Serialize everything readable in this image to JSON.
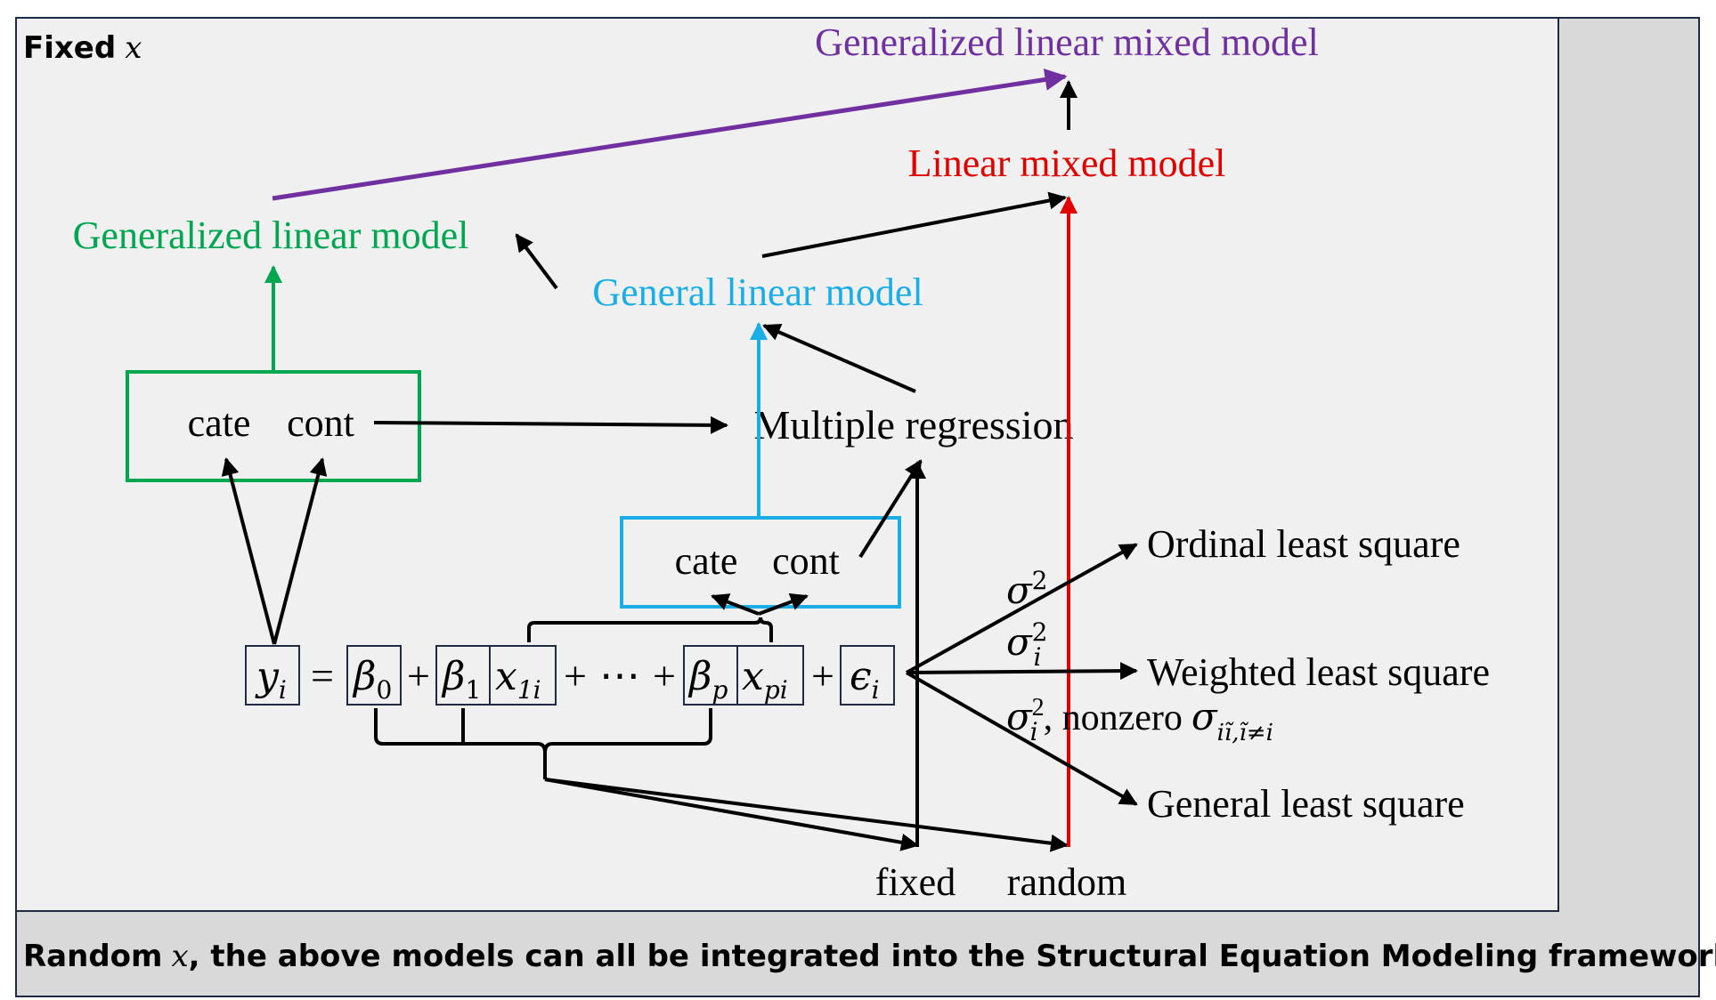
{
  "panel": {
    "fixed_label": "Fixed",
    "fixed_var": "x",
    "random_label": "Random",
    "random_var": "x",
    "random_text": ",  the above models can all be integrated into the Structural Equation Modeling framework"
  },
  "models": {
    "glmm": "Generalized linear mixed model",
    "lmm": "Linear mixed model",
    "glm": "Generalized linear model",
    "general_lm": "General linear model",
    "multiple_regression": "Multiple regression"
  },
  "boxes": {
    "cate": "cate",
    "cont": "cont"
  },
  "equation": {
    "y": "y",
    "y_sub": "i",
    "eq": "=",
    "plus": "+",
    "beta": "β",
    "b0_sub": "0",
    "b1_sub": "1",
    "bp_sub": "p",
    "x": "x",
    "x1_sub": "1i",
    "xp_sub": "pi",
    "dots": "⋯",
    "eps": "ϵ",
    "eps_sub": "i"
  },
  "effects": {
    "fixed": "fixed",
    "random": "random"
  },
  "variance": {
    "sigma": "σ",
    "sq": "2",
    "i": "i",
    "nonzero": ", nonzero",
    "offdiag_sub": "iĩ,ĩ≠i"
  },
  "estimators": {
    "ols": "Ordinal least square",
    "wls": "Weighted least square",
    "gls": "General least square"
  },
  "colors": {
    "purple": "#7030A0",
    "red": "#E00000",
    "green": "#00A650",
    "blue": "#1BAEE6",
    "black": "#000000",
    "panel_bg": "#F0F0F0",
    "outer_bg": "#D9D9D9",
    "border": "#1F2A44"
  }
}
